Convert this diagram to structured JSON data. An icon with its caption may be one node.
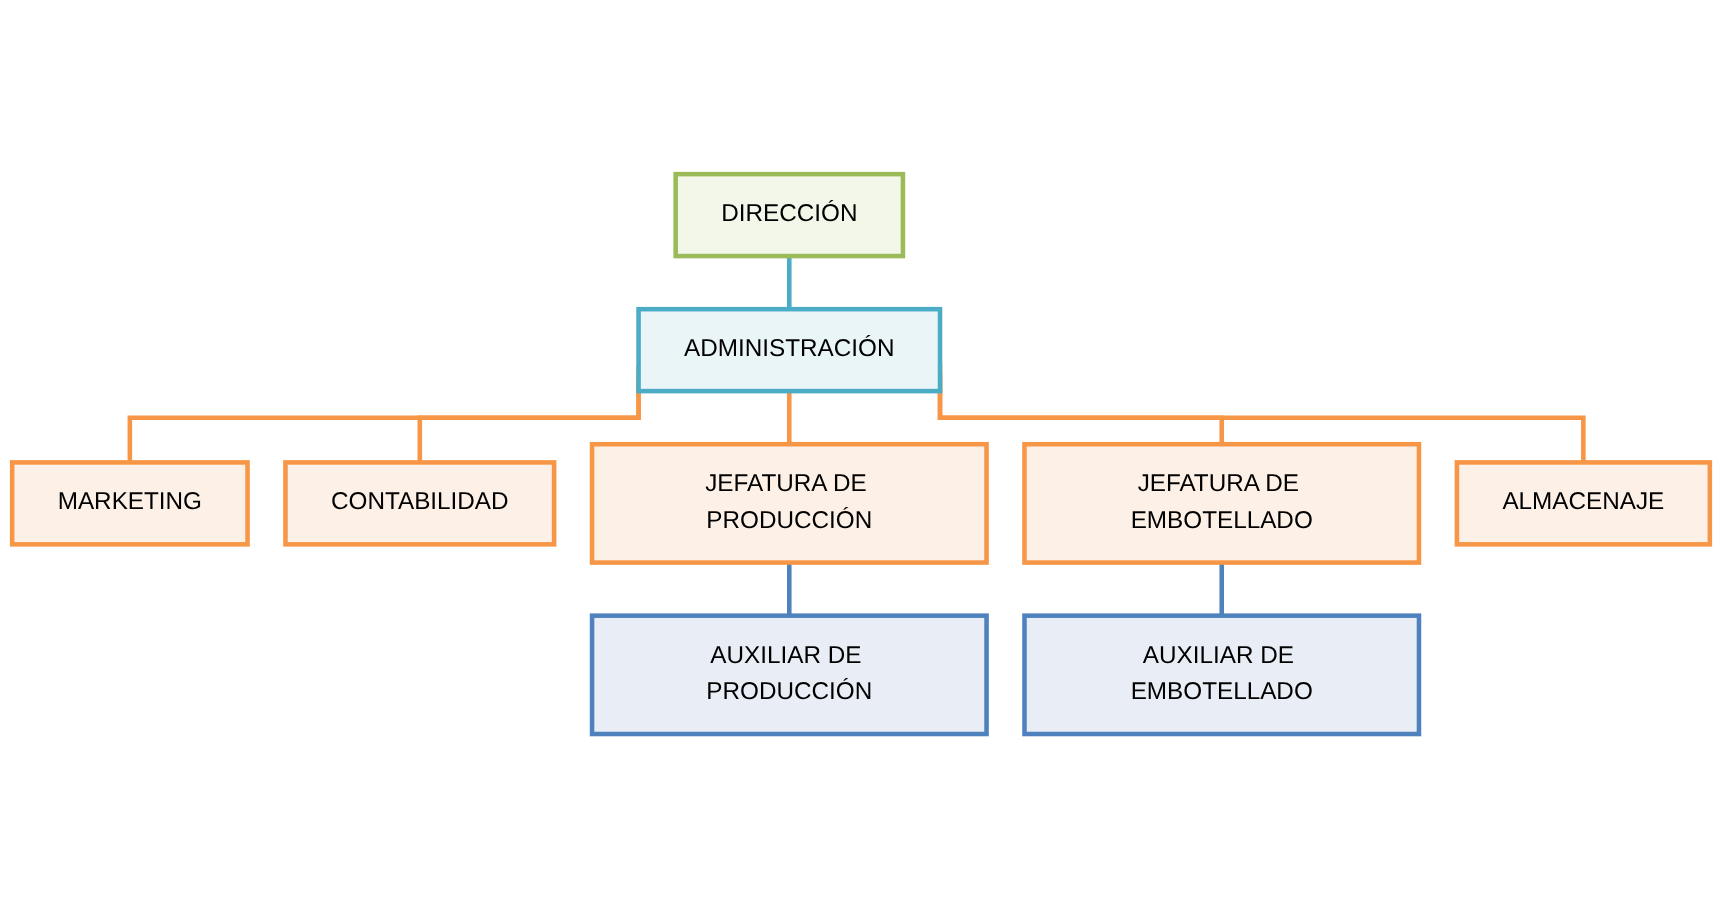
{
  "diagram": {
    "nodes": [
      {
        "text": [
          "DIRECCIÓN"
        ]
      },
      {
        "text": [
          "ADMINISTRACIÓN"
        ]
      },
      {
        "text": [
          "MARKETING"
        ]
      },
      {
        "text": [
          "CONTABILIDAD"
        ]
      },
      {
        "text": [
          "JEFATURA DE PRODUCCIÓN"
        ]
      },
      {
        "text": [
          "JEFATURA DE EMBOTELLADO"
        ]
      },
      {
        "text": [
          "ALMACENAJE"
        ]
      },
      {
        "text": [
          "AUXILIAR DE PRODUCCIÓN"
        ]
      },
      {
        "text": [
          "AUXILIAR DE EMBOTELLADO"
        ]
      }
    ],
    "edges": [
      {
        "from": 0,
        "to": 1,
        "arrow": "none",
        "color": "#4bacc6"
      },
      {
        "from": 1,
        "to": 2,
        "arrow": "none"
      },
      {
        "from": 1,
        "to": 3,
        "arrow": "none"
      },
      {
        "from": 1,
        "to": 4,
        "arrow": "none"
      },
      {
        "from": 1,
        "to": 5,
        "arrow": "none"
      },
      {
        "from": 1,
        "to": 6,
        "arrow": "none"
      },
      {
        "from": 4,
        "to": 7,
        "arrow": "none",
        "color": "#4f81bd"
      },
      {
        "from": 5,
        "to": 8,
        "arrow": "none",
        "color": "#4f81bd"
      }
    ]
  }
}
